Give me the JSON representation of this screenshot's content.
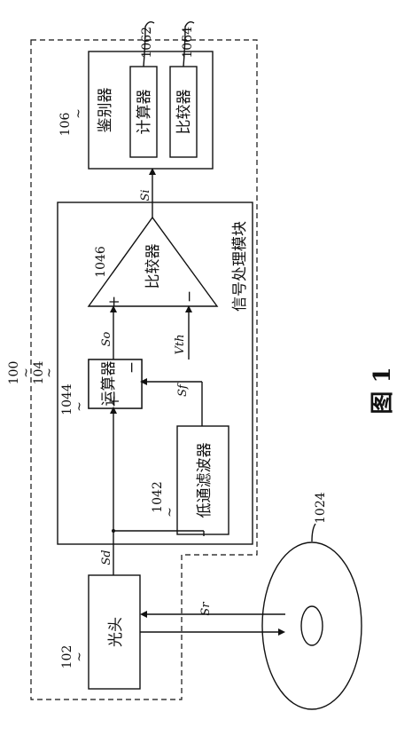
{
  "blocks": {
    "optical_head": "光头",
    "discriminator": "鉴别器",
    "calculator": "计算器",
    "comparator_small": "比较器",
    "operator": "运算器",
    "low_pass_filter": "低通滤波器",
    "comparator": "比较器",
    "signal_module": "信号处理模块"
  },
  "refs": {
    "r100": "100",
    "r102": "102",
    "r104": "104",
    "r106": "106",
    "r1024": "1024",
    "r1042": "1042",
    "r1044": "1044",
    "r1046": "1046",
    "r1062": "1062",
    "r1064": "1064"
  },
  "signals": {
    "sd": "Sd",
    "so": "So",
    "sf": "Sf",
    "si": "Si",
    "sr": "Sr",
    "vth": "Vth"
  },
  "marks": {
    "plus": "+",
    "minus": "−",
    "tilde": "~"
  },
  "figure_label": "图 1"
}
